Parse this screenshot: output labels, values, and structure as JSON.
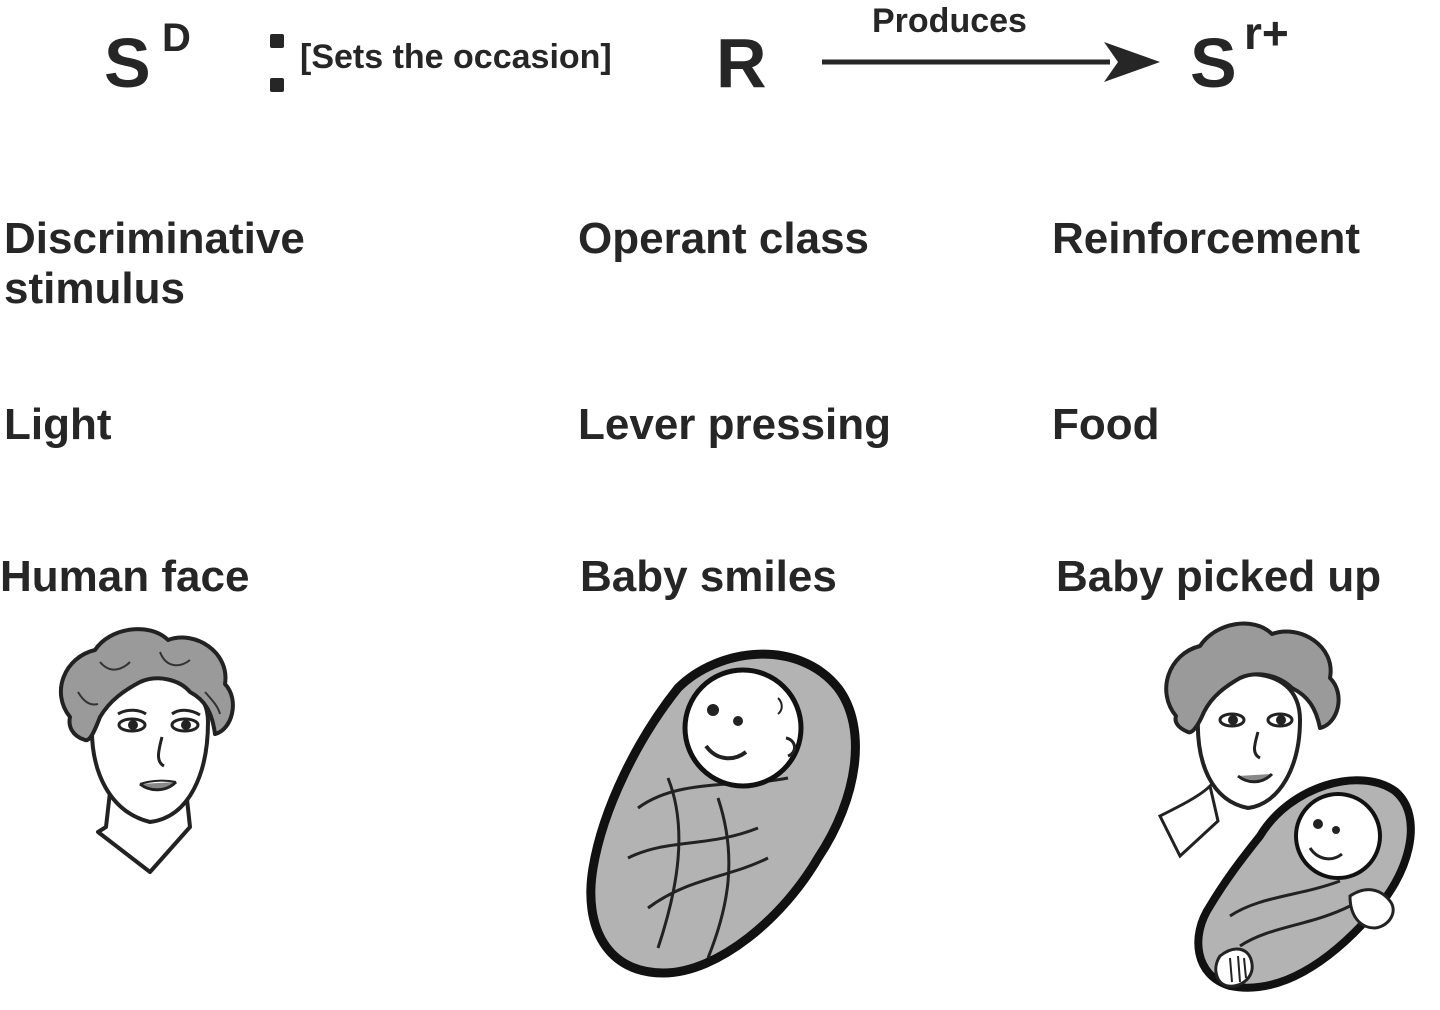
{
  "formula": {
    "sd_base": "S",
    "sd_sup": "D",
    "sets_occasion": "[Sets the occasion]",
    "r": "R",
    "produces": "Produces",
    "sr_base": "S",
    "sr_sup": "r+"
  },
  "columns": {
    "left": [
      "Discriminative",
      "stimulus"
    ],
    "middle": "Operant class",
    "right": "Reinforcement"
  },
  "rows": [
    {
      "left": "Light",
      "middle": "Lever pressing",
      "right": "Food"
    },
    {
      "left": "Human face",
      "middle": "Baby smiles",
      "right": "Baby picked up"
    }
  ],
  "illustrations": {
    "left": "woman-face-icon",
    "middle": "swaddled-baby-icon",
    "right": "mother-holding-baby-icon"
  }
}
